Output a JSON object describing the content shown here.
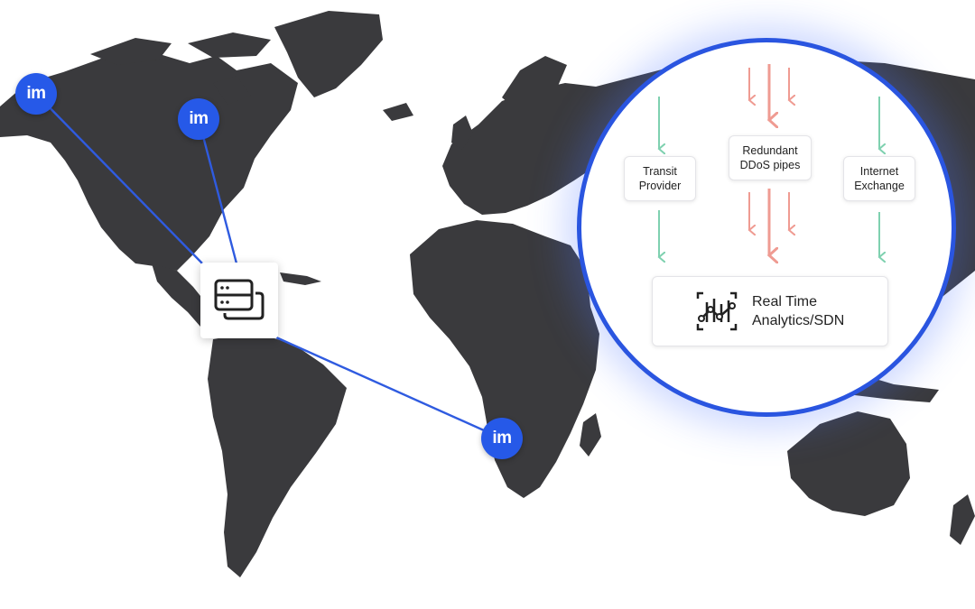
{
  "diagram": {
    "colors": {
      "land": "#3a3a3d",
      "link": "#2f5be0",
      "node": "#2659e8",
      "arrow_clean": "#7fd1b0",
      "arrow_attack": "#ef9b92",
      "ring": "#2a55e0"
    },
    "nodes": [
      {
        "id": "node-alaska",
        "label": "im",
        "icon": "brand-im-logo"
      },
      {
        "id": "node-canada",
        "label": "im",
        "icon": "brand-im-logo"
      },
      {
        "id": "node-africa",
        "label": "im",
        "icon": "brand-im-logo"
      }
    ],
    "hub": {
      "icon": "server-stack-icon"
    },
    "detail": {
      "transit": "Transit\nProvider",
      "ddos": "Redundant\nDDoS pipes",
      "ix": "Internet\nExchange",
      "analytics": "Real Time\nAnalytics/SDN",
      "analytics_icon": "analytics-chart-icon"
    }
  }
}
